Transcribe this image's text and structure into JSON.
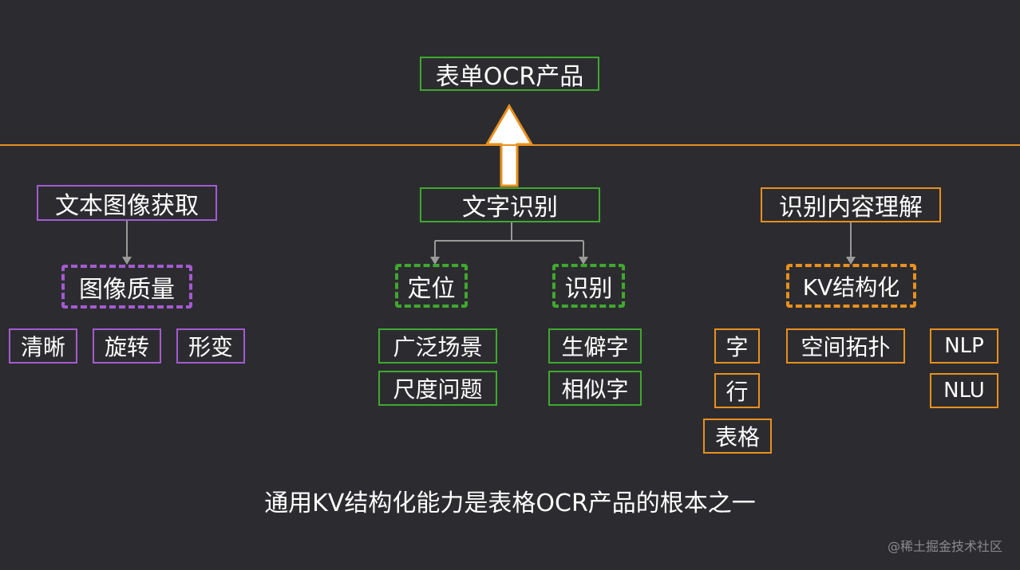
{
  "colors": {
    "background": "#2c2c30",
    "green": "#3fa82e",
    "purple": "#a35bd0",
    "orange": "#e8901e",
    "arrow_fill": "#ffffff",
    "connector": "#9a9a9a"
  },
  "top": {
    "product": "表单OCR产品"
  },
  "left": {
    "title": "文本图像获取",
    "sub": "图像质量",
    "leaves": [
      "清晰",
      "旋转",
      "形变"
    ]
  },
  "middle": {
    "title": "文字识别",
    "sub_left": "定位",
    "sub_right": "识别",
    "leaves_left": [
      "广泛场景",
      "尺度问题"
    ],
    "leaves_right": [
      "生僻字",
      "相似字"
    ]
  },
  "right": {
    "title": "识别内容理解",
    "sub": "KV结构化",
    "col1": [
      "字",
      "行",
      "表格"
    ],
    "col2": [
      "空间拓扑"
    ],
    "col3": [
      "NLP",
      "NLU"
    ]
  },
  "caption": "通用KV结构化能力是表格OCR产品的根本之一",
  "watermark": "@稀土掘金技术社区"
}
